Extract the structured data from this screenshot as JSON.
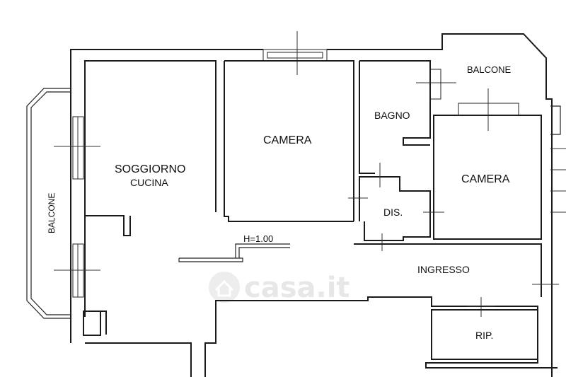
{
  "rooms": {
    "balcone_left": "BALCONE",
    "balcone_top": "BALCONE",
    "bagno": "BAGNO",
    "camera_1": "CAMERA",
    "camera_2": "CAMERA",
    "soggiorno": "SOGGIORNO",
    "cucina": "CUCINA",
    "dis": "DIS.",
    "ingresso": "INGRESSO",
    "rip": "RIP."
  },
  "annotations": {
    "height": "H=1.00"
  },
  "watermark": {
    "text": "casa.it"
  },
  "colors": {
    "walls": "#1a1a1a",
    "watermark": "#e7e7e7",
    "background": "#ffffff"
  }
}
